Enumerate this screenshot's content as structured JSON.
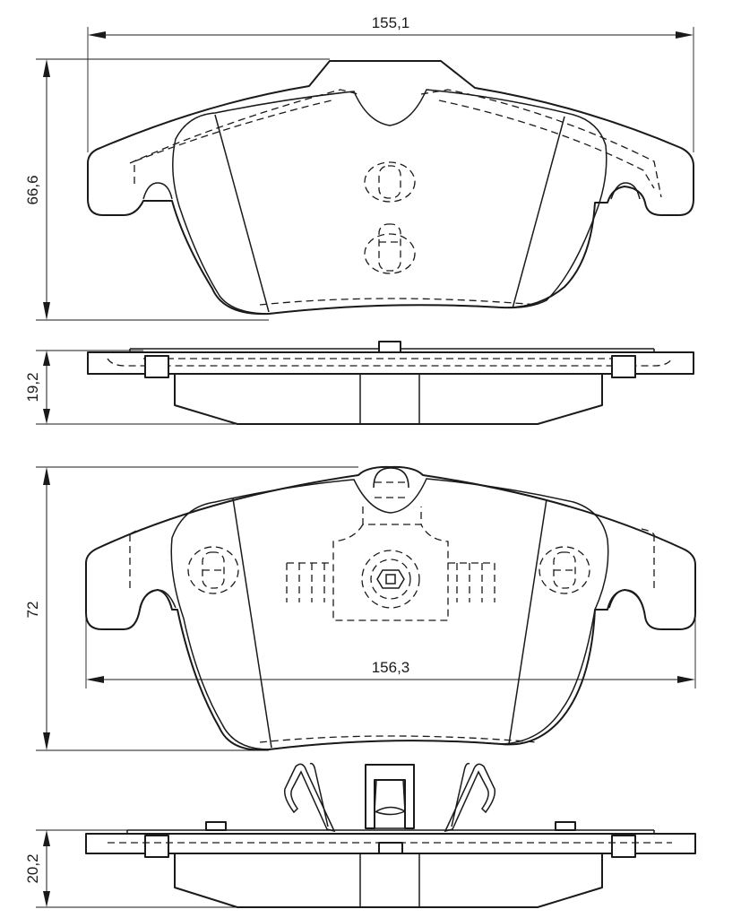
{
  "dimensions": {
    "top_width": "155,1",
    "top_height": "66,6",
    "top_side_thickness": "19,2",
    "bottom_height": "72",
    "bottom_width": "156,3",
    "bottom_side_thickness": "20,2"
  }
}
